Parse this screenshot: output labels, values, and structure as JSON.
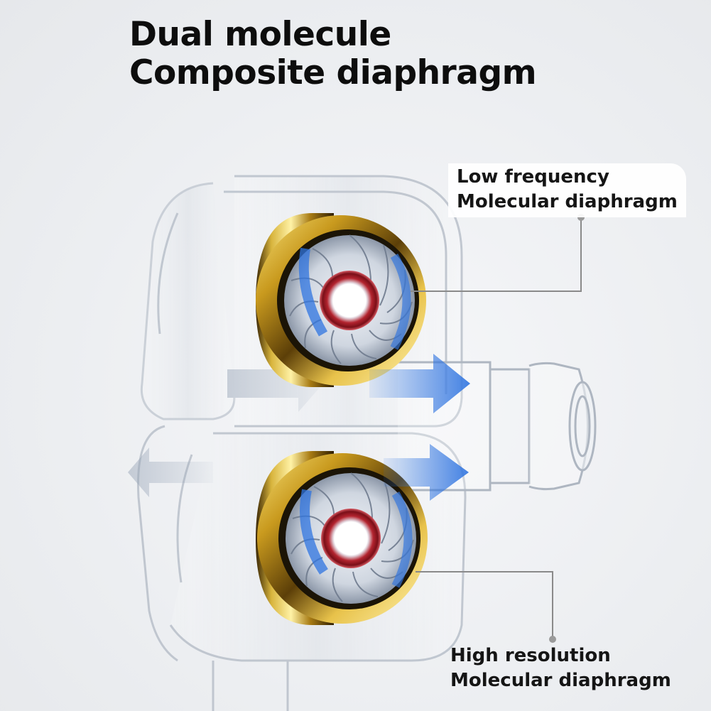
{
  "title": {
    "line1": "Dual molecule",
    "line2": "Composite diaphragm"
  },
  "callouts": {
    "top": {
      "line1": "Low frequency",
      "line2": "Molecular diaphragm"
    },
    "bottom": {
      "line1": "High resolution",
      "line2": "Molecular diaphragm"
    }
  },
  "colors": {
    "background": "#eceef1",
    "text": "#0d0d0d",
    "gold": "#c9a227",
    "coil_red": "#b3242f",
    "airflow_blue": "#2f74e0",
    "leader_line": "#8a8a8a"
  }
}
